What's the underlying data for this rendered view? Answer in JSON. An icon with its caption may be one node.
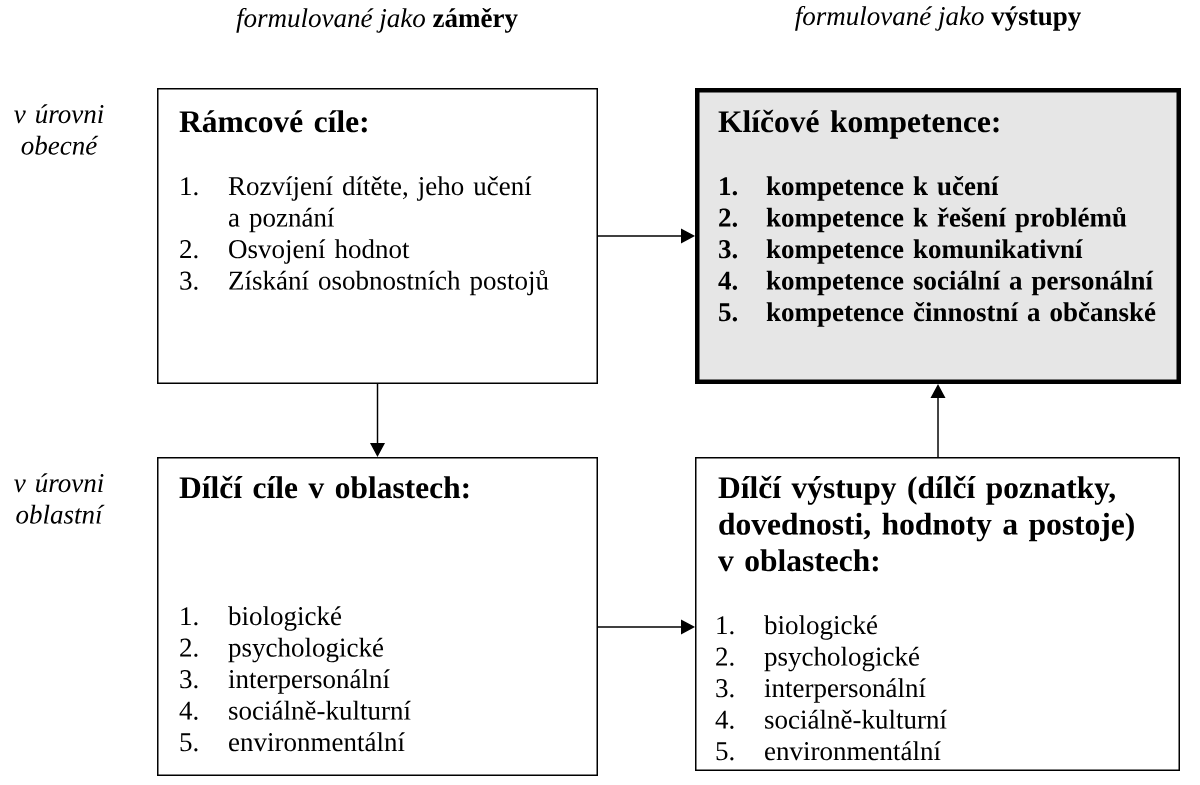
{
  "diagram": {
    "nodes": [
      {
        "text": [
          "Rámcové cíle:",
          "1.",
          "Rozvíjení dítěte, jeho učení a poznání",
          "2.",
          "Osvojení hodnot",
          "3.",
          "Získání osobnostních postojů"
        ]
      },
      {
        "text": [
          "Klíčové kompetence:",
          "1.",
          "kompetence k učení",
          "2.",
          "kompetence k řešení problémů",
          "3.",
          "kompetence komunikativní",
          "4.",
          "kompetence sociální a personální",
          "5.",
          "kompetence činnostní a občanské"
        ]
      },
      {
        "text": [
          "Dílčí cíle v oblastech:",
          "1.",
          "biologické",
          "2.",
          "psychologické",
          "3.",
          "interpersonální",
          "4.",
          "sociálně-kulturní",
          "5.",
          "environmentální"
        ]
      },
      {
        "text": [
          "Dílčí výstupy (dílčí poznatky, dovednosti, hodnoty a postoje) v oblastech:",
          "1.",
          "biologické",
          "2.",
          "psychologické",
          "3.",
          "interpersonální",
          "4.",
          "sociálně-kulturní",
          "5.",
          "environmentální"
        ]
      }
    ],
    "edges": [
      {
        "from": 0,
        "to": 1,
        "arrow": "to"
      },
      {
        "from": 0,
        "to": 2,
        "arrow": "to"
      },
      {
        "from": 2,
        "to": 3,
        "arrow": "to"
      },
      {
        "from": 3,
        "to": 1,
        "arrow": "to"
      }
    ],
    "labels": [
      "*formulované jako* **záměry**",
      "*formulované jako* **výstupy**",
      "v úrovni obecné",
      "v úrovni oblastní"
    ]
  }
}
